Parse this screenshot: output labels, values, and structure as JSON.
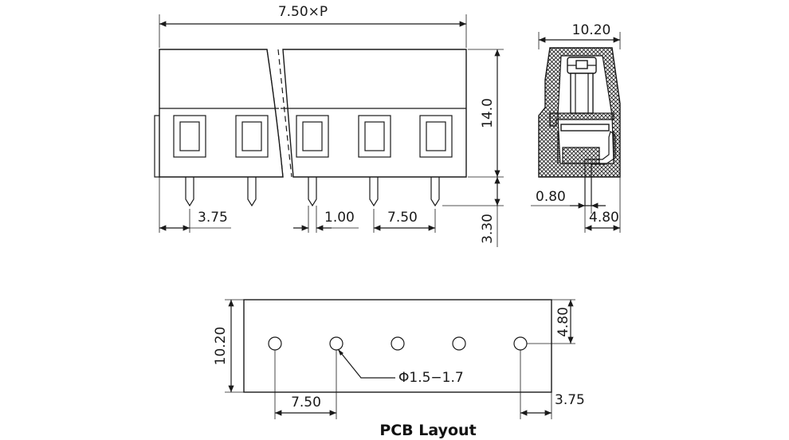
{
  "front_view": {
    "width_label": "7.50×P",
    "height_label": "14.0",
    "pin_length_label": "3.30",
    "edge_to_pin_label": "3.75",
    "pin_width_label": "1.00",
    "pitch_label": "7.50"
  },
  "side_view": {
    "width_label": "10.20",
    "pin_thickness_label": "0.80",
    "pin_offset_label": "4.80"
  },
  "pcb_layout": {
    "title": "PCB Layout",
    "height_label": "10.20",
    "hole_offset_label": "4.80",
    "pitch_label": "7.50",
    "edge_label": "3.75",
    "hole_diameter_label": "Φ1.5−1.7",
    "hole_count": 5
  }
}
